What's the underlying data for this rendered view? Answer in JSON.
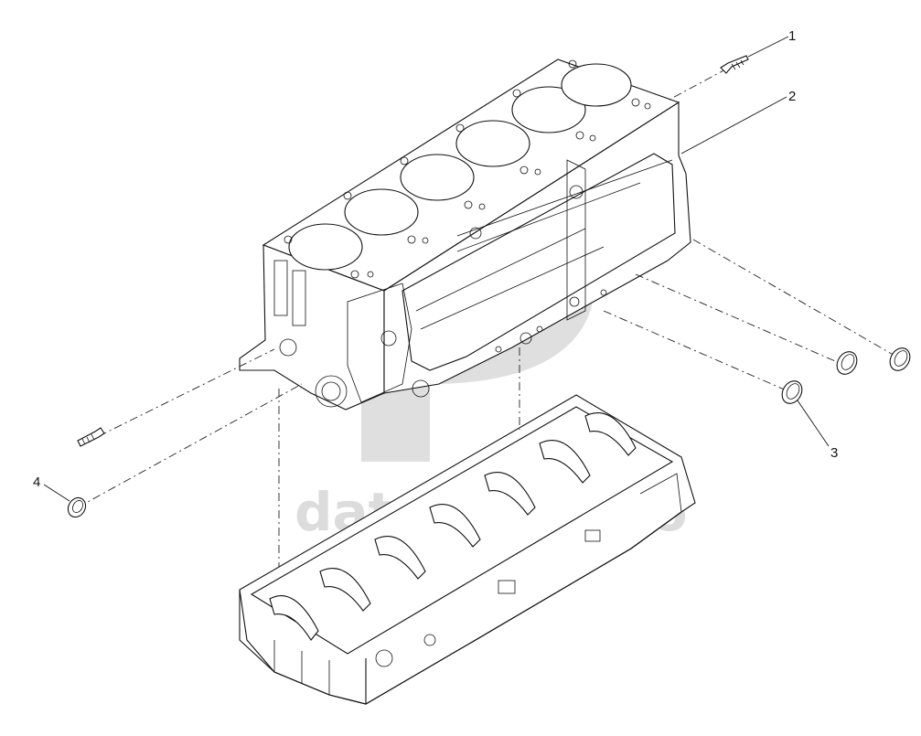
{
  "figure": {
    "watermark_text": "dataPartsPro",
    "callouts": [
      {
        "id": "1",
        "label": "1"
      },
      {
        "id": "2",
        "label": "2"
      },
      {
        "id": "3",
        "label": "3"
      },
      {
        "id": "4",
        "label": "4"
      }
    ]
  }
}
